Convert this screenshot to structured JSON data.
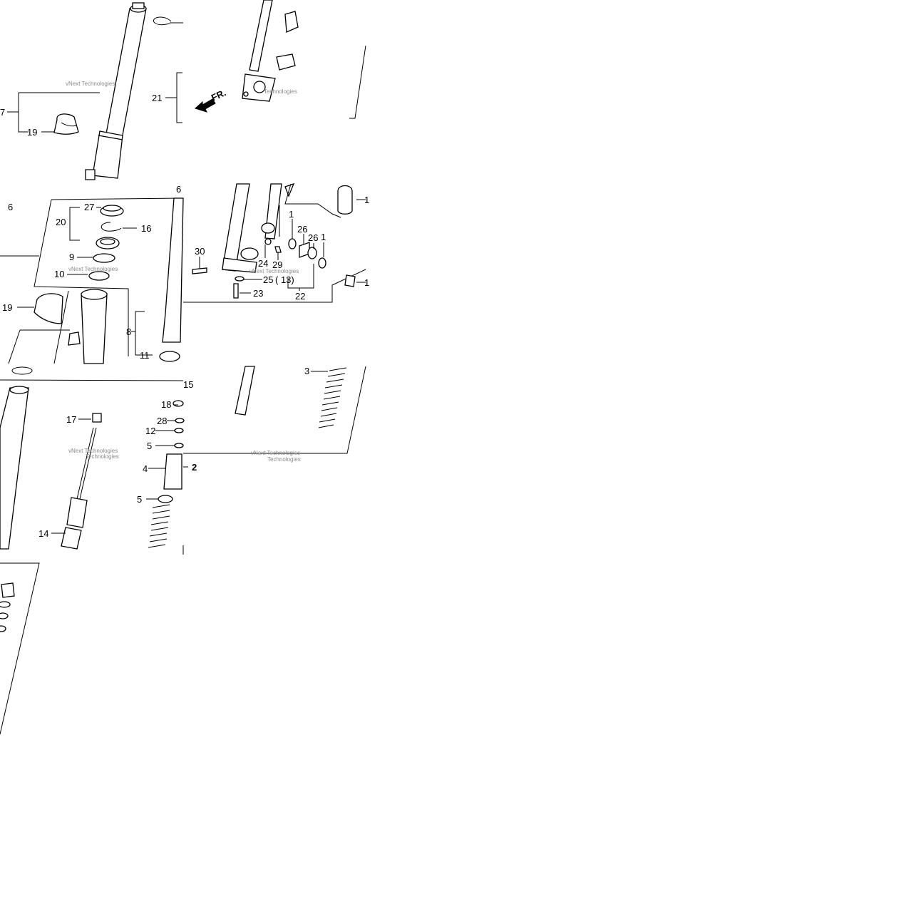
{
  "labels": {
    "l7": "7",
    "l19a": "19",
    "l21": "21",
    "l6a": "6",
    "l6b": "6",
    "l27": "27",
    "l20": "20",
    "l16": "16",
    "l9": "9",
    "l10": "10",
    "l19b": "19",
    "l8": "8",
    "l11": "11",
    "l30": "30",
    "l1a": "1",
    "l26a": "26",
    "l26b": "26",
    "l1b": "1",
    "l24": "24",
    "l29": "29",
    "l25": "25",
    "l13": "( 13)",
    "l23": "23",
    "l22": "22",
    "l1c": "1",
    "l1d": "1",
    "l15": "15",
    "l18": "18",
    "l28": "28",
    "l12": "12",
    "l5a": "5",
    "l4": "4",
    "l2": "2",
    "l5b": "5",
    "l17": "17",
    "l14": "14",
    "l3": "3"
  },
  "fr_arrow": "FR.",
  "watermark": {
    "line1": "vNext Technologies",
    "line2": "Technologies"
  }
}
